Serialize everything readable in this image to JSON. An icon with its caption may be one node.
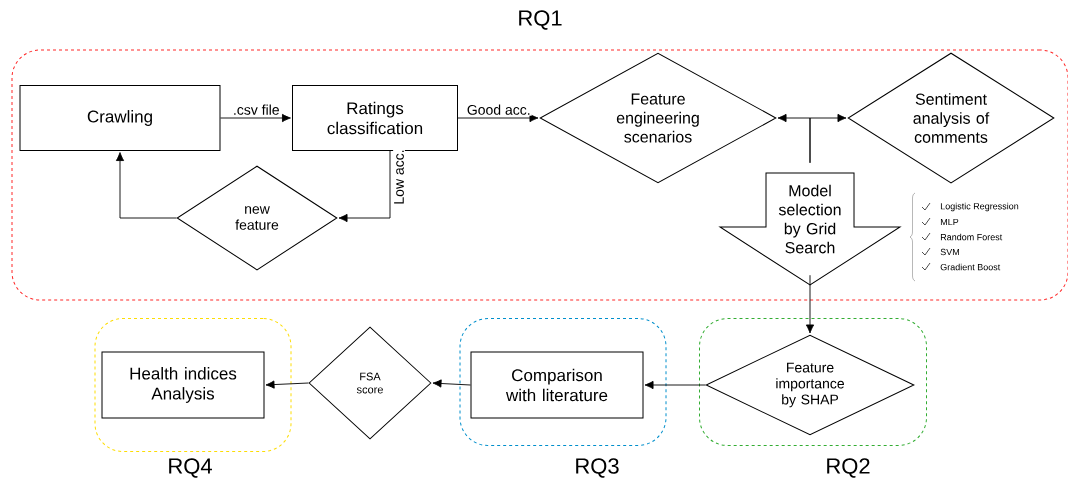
{
  "diagram": {
    "nodes": [
      {
        "text": [
          "RQ1"
        ]
      },
      {
        "text": [
          "Crawling"
        ],
        "in": 0
      },
      {
        "text": [
          "Ratings classification"
        ],
        "in": 0
      },
      {
        "text": [
          "new feature"
        ],
        "in": 0
      },
      {
        "text": [
          "Feature engineering scenarios"
        ],
        "in": 0
      },
      {
        "text": [
          "Sentiment analysis of comments"
        ],
        "in": 0
      },
      {
        "text": [
          "Model selection by Grid Search"
        ],
        "in": 0
      },
      {
        "text": [
          "RQ4"
        ]
      },
      {
        "text": [
          "Health indices Analysis"
        ],
        "in": 7
      },
      {
        "text": [
          "FSA score"
        ]
      },
      {
        "text": [
          "RQ3"
        ]
      },
      {
        "text": [
          "Comparison with literature"
        ],
        "in": 10
      },
      {
        "text": [
          "RQ2"
        ]
      },
      {
        "text": [
          "Feature importance by SHAP"
        ],
        "in": 12
      }
    ],
    "edges": [
      {
        "from": 1,
        "to": 2,
        "arrow": "to",
        "label": ".csv file"
      },
      {
        "from": 2,
        "to": 4,
        "arrow": "to",
        "label": "Good acc."
      },
      {
        "from": 2,
        "to": 3,
        "arrow": "to",
        "label": "Low acc."
      },
      {
        "from": 3,
        "to": 1,
        "arrow": "to"
      },
      {
        "from": 6,
        "to": 4,
        "arrow": "to"
      },
      {
        "from": 6,
        "to": 5,
        "arrow": "to"
      },
      {
        "from": 6,
        "to": 13,
        "arrow": "to"
      },
      {
        "from": 13,
        "to": 11,
        "arrow": "to"
      },
      {
        "from": 11,
        "to": 9,
        "arrow": "to"
      },
      {
        "from": 9,
        "to": 8,
        "arrow": "to"
      }
    ],
    "labels": [
      "Logistic Regression",
      "MLP",
      "Random Forest",
      "SVM",
      "Gradient Boost"
    ]
  }
}
